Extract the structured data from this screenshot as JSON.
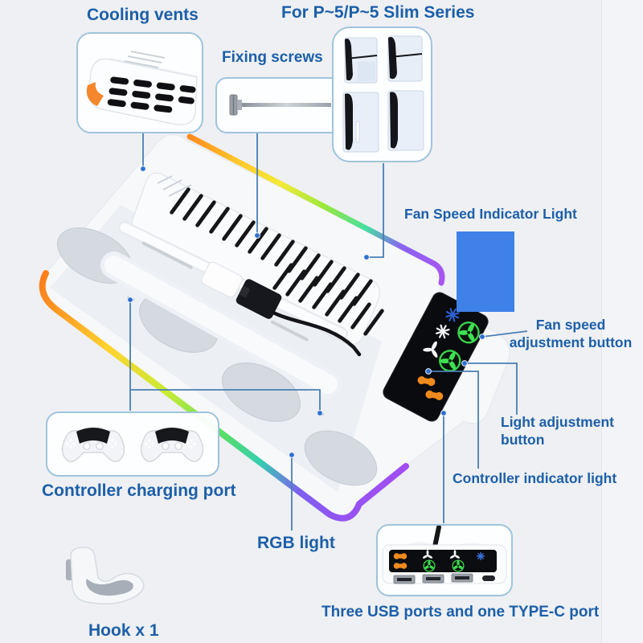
{
  "annotations": {
    "cooling_vents": "Cooling vents",
    "series_compatibility": "For P~5/P~5 Slim Series",
    "fixing_screws": "Fixing screws",
    "fan_speed_indicator_light": "Fan Speed Indicator Light",
    "fan_speed_adjustment_line1": "Fan speed",
    "fan_speed_adjustment_line2": "adjustment button",
    "light_adjustment_line1": "Light adjustment",
    "light_adjustment_line2": "button",
    "controller_indicator_light": "Controller indicator light",
    "controller_charging_port": "Controller charging port",
    "rgb_light": "RGB light",
    "usb_ports": "Three USB ports and one TYPE-C port",
    "hook_quantity": "Hook x 1"
  },
  "colors": {
    "background": "#eef0f3",
    "label_text": "#1c5fa9",
    "leader_line": "#4a7fb5",
    "leader_dot": "#2e6fd0",
    "callout_border": "#a0c4dc",
    "redaction_blue": "#3f81e8",
    "panel_black": "#0a0b0f",
    "button_green": "#39d24c",
    "icon_orange": "#f08a1e",
    "accent_orange": "#f5862c",
    "rgb_strip": [
      "#ff8a1f",
      "#ffd92e",
      "#9ae83c",
      "#42dd7a",
      "#35c8d8",
      "#7d5ff0",
      "#a855f0"
    ]
  },
  "product": {
    "panel_icons": [
      "snowflake-blue",
      "asterisk-white",
      "fan-white",
      "fan-speed-button-green",
      "light-button-green",
      "controller-orange",
      "controller-orange"
    ],
    "bottom_ports": [
      "usb-a",
      "usb-a",
      "usb-a",
      "type-c"
    ],
    "console_thumbnails": 4,
    "controllers": 2,
    "hooks": 1
  }
}
